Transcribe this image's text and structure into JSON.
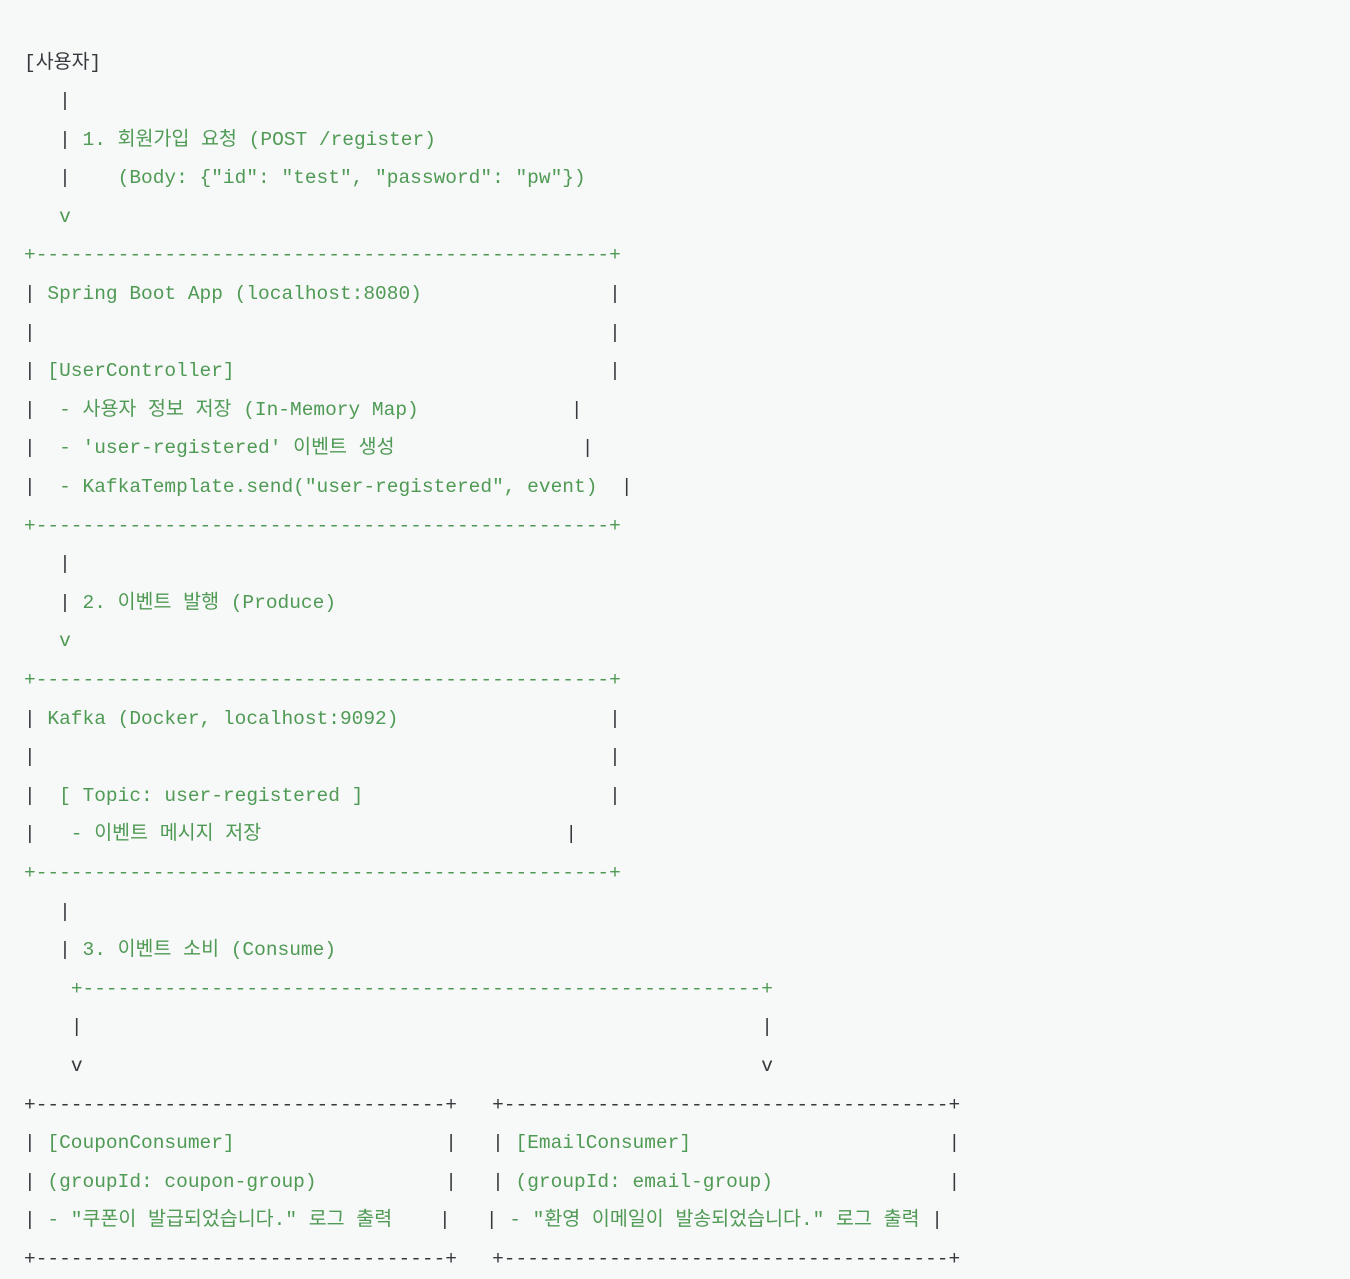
{
  "diagram": {
    "type": "ascii-flow-diagram",
    "title": "Kafka user-registered event flow",
    "colors": {
      "background": "#f7f8f8",
      "accent_green": "#4f9a54",
      "dark_glyph": "#36393d"
    },
    "actor": "[사용자]",
    "steps": [
      {
        "number": "1.",
        "label": "회원가입 요청 (POST /register)",
        "detail": "(Body: {\"id\": \"test\", \"password\": \"pw\"})"
      },
      {
        "number": "2.",
        "label": "이벤트 발행 (Produce)",
        "detail": ""
      },
      {
        "number": "3.",
        "label": "이벤트 소비 (Consume)",
        "detail": ""
      }
    ],
    "boxes": [
      {
        "name": "spring-boot-app",
        "title": "Spring Boot App (localhost:8080)",
        "component": "[UserController]",
        "bullets": [
          "- 사용자 정보 저장 (In-Memory Map)",
          "- 'user-registered' 이벤트 생성",
          "- KafkaTemplate.send(\"user-registered\", event)"
        ],
        "border_color": "#4f9a54"
      },
      {
        "name": "kafka-broker",
        "title": "Kafka (Docker, localhost:9092)",
        "component": "[ Topic: user-registered ]",
        "bullets": [
          "- 이벤트 메시지 저장"
        ],
        "border_color": "#4f9a54"
      },
      {
        "name": "coupon-consumer",
        "title": "[CouponConsumer]",
        "component": "(groupId: coupon-group)",
        "bullets": [
          "- \"쿠폰이 발급되었습니다.\" 로그 출력"
        ],
        "border_color": "#36393d"
      },
      {
        "name": "email-consumer",
        "title": "[EmailConsumer]",
        "component": "(groupId: email-group)",
        "bullets": [
          "- \"환영 이메일이 발송되었습니다.\" 로그 출력"
        ],
        "border_color": "#36393d"
      }
    ],
    "lines": [
      [
        {
          "t": "[사용자]",
          "c": "d"
        }
      ],
      [
        {
          "t": "   ",
          "c": "d"
        },
        {
          "t": "|",
          "c": "d"
        }
      ],
      [
        {
          "t": "   ",
          "c": "d"
        },
        {
          "t": "|",
          "c": "d"
        },
        {
          "t": " 1. 회원가입 요청 (POST /register)",
          "c": "g"
        }
      ],
      [
        {
          "t": "   ",
          "c": "d"
        },
        {
          "t": "|",
          "c": "d"
        },
        {
          "t": "    (Body: {\"id\": \"test\", \"password\": \"pw\"})",
          "c": "g"
        }
      ],
      [
        {
          "t": "   ",
          "c": "d"
        },
        {
          "t": "v",
          "c": "g"
        }
      ],
      [
        {
          "t": "+-------------------------------------------------+",
          "c": "g"
        }
      ],
      [
        {
          "t": "|",
          "c": "d"
        },
        {
          "t": " Spring Boot App (localhost:8080)",
          "c": "g"
        },
        {
          "t": "                ",
          "c": "g"
        },
        {
          "t": "|",
          "c": "d"
        }
      ],
      [
        {
          "t": "|",
          "c": "d"
        },
        {
          "t": "                                                 ",
          "c": "g"
        },
        {
          "t": "|",
          "c": "d"
        }
      ],
      [
        {
          "t": "|",
          "c": "d"
        },
        {
          "t": " [UserController]",
          "c": "g"
        },
        {
          "t": "                                ",
          "c": "g"
        },
        {
          "t": "|",
          "c": "d"
        }
      ],
      [
        {
          "t": "|",
          "c": "d"
        },
        {
          "t": "  - 사용자 정보 저장 (In-Memory Map)",
          "c": "g"
        },
        {
          "t": "             ",
          "c": "g"
        },
        {
          "t": "|",
          "c": "d"
        }
      ],
      [
        {
          "t": "|",
          "c": "d"
        },
        {
          "t": "  - 'user-registered' 이벤트 생성",
          "c": "g"
        },
        {
          "t": "                ",
          "c": "g"
        },
        {
          "t": "|",
          "c": "d"
        }
      ],
      [
        {
          "t": "|",
          "c": "d"
        },
        {
          "t": "  - KafkaTemplate.send(\"user-registered\", event)",
          "c": "g"
        },
        {
          "t": "  ",
          "c": "g"
        },
        {
          "t": "|",
          "c": "d"
        }
      ],
      [
        {
          "t": "+-------------------------------------------------+",
          "c": "g"
        }
      ],
      [
        {
          "t": "   ",
          "c": "d"
        },
        {
          "t": "|",
          "c": "d"
        }
      ],
      [
        {
          "t": "   ",
          "c": "d"
        },
        {
          "t": "|",
          "c": "d"
        },
        {
          "t": " 2. 이벤트 발행 (Produce)",
          "c": "g"
        }
      ],
      [
        {
          "t": "   ",
          "c": "d"
        },
        {
          "t": "v",
          "c": "g"
        }
      ],
      [
        {
          "t": "+-------------------------------------------------+",
          "c": "g"
        }
      ],
      [
        {
          "t": "|",
          "c": "d"
        },
        {
          "t": " Kafka (Docker, localhost:9092)",
          "c": "g"
        },
        {
          "t": "                  ",
          "c": "g"
        },
        {
          "t": "|",
          "c": "d"
        }
      ],
      [
        {
          "t": "|",
          "c": "d"
        },
        {
          "t": "                                                 ",
          "c": "g"
        },
        {
          "t": "|",
          "c": "d"
        }
      ],
      [
        {
          "t": "|",
          "c": "d"
        },
        {
          "t": "  [ Topic: user-registered ]",
          "c": "g"
        },
        {
          "t": "                     ",
          "c": "g"
        },
        {
          "t": "|",
          "c": "d"
        }
      ],
      [
        {
          "t": "|",
          "c": "d"
        },
        {
          "t": "   - 이벤트 메시지 저장",
          "c": "g"
        },
        {
          "t": "                          ",
          "c": "g"
        },
        {
          "t": "|",
          "c": "d"
        }
      ],
      [
        {
          "t": "+-------------------------------------------------+",
          "c": "g"
        }
      ],
      [
        {
          "t": "   ",
          "c": "d"
        },
        {
          "t": "|",
          "c": "d"
        }
      ],
      [
        {
          "t": "   ",
          "c": "d"
        },
        {
          "t": "|",
          "c": "d"
        },
        {
          "t": " 3. 이벤트 소비 (Consume)",
          "c": "g"
        }
      ],
      [
        {
          "t": "    ",
          "c": "d"
        },
        {
          "t": "+----------------------------------------------------------+",
          "c": "g"
        }
      ],
      [
        {
          "t": "    ",
          "c": "d"
        },
        {
          "t": "|",
          "c": "d"
        },
        {
          "t": "                                                          ",
          "c": "d"
        },
        {
          "t": "|",
          "c": "d"
        }
      ],
      [
        {
          "t": "    ",
          "c": "d"
        },
        {
          "t": "v",
          "c": "d"
        },
        {
          "t": "                                                          ",
          "c": "d"
        },
        {
          "t": "v",
          "c": "d"
        }
      ],
      [
        {
          "t": "+-----------------------------------+",
          "c": "d"
        },
        {
          "t": "   ",
          "c": "d"
        },
        {
          "t": "+--------------------------------------+",
          "c": "d"
        }
      ],
      [
        {
          "t": "|",
          "c": "d"
        },
        {
          "t": " [CouponConsumer]",
          "c": "g"
        },
        {
          "t": "                  ",
          "c": "g"
        },
        {
          "t": "|",
          "c": "d"
        },
        {
          "t": "   ",
          "c": "d"
        },
        {
          "t": "|",
          "c": "d"
        },
        {
          "t": " [EmailConsumer]",
          "c": "g"
        },
        {
          "t": "                      ",
          "c": "g"
        },
        {
          "t": "|",
          "c": "d"
        }
      ],
      [
        {
          "t": "|",
          "c": "d"
        },
        {
          "t": " (groupId: coupon-group)",
          "c": "g"
        },
        {
          "t": "           ",
          "c": "g"
        },
        {
          "t": "|",
          "c": "d"
        },
        {
          "t": "   ",
          "c": "d"
        },
        {
          "t": "|",
          "c": "d"
        },
        {
          "t": " (groupId: email-group)",
          "c": "g"
        },
        {
          "t": "               ",
          "c": "g"
        },
        {
          "t": "|",
          "c": "d"
        }
      ],
      [
        {
          "t": "|",
          "c": "d"
        },
        {
          "t": " - \"쿠폰이 발급되었습니다.\" 로그 출력",
          "c": "g"
        },
        {
          "t": "    ",
          "c": "g"
        },
        {
          "t": "|",
          "c": "d"
        },
        {
          "t": "   ",
          "c": "d"
        },
        {
          "t": "|",
          "c": "d"
        },
        {
          "t": " - \"환영 이메일이 발송되었습니다.\" 로그 출력",
          "c": "g"
        },
        {
          "t": " ",
          "c": "g"
        },
        {
          "t": "|",
          "c": "d"
        }
      ],
      [
        {
          "t": "+-----------------------------------+",
          "c": "d"
        },
        {
          "t": "   ",
          "c": "d"
        },
        {
          "t": "+--------------------------------------+",
          "c": "d"
        }
      ]
    ]
  }
}
